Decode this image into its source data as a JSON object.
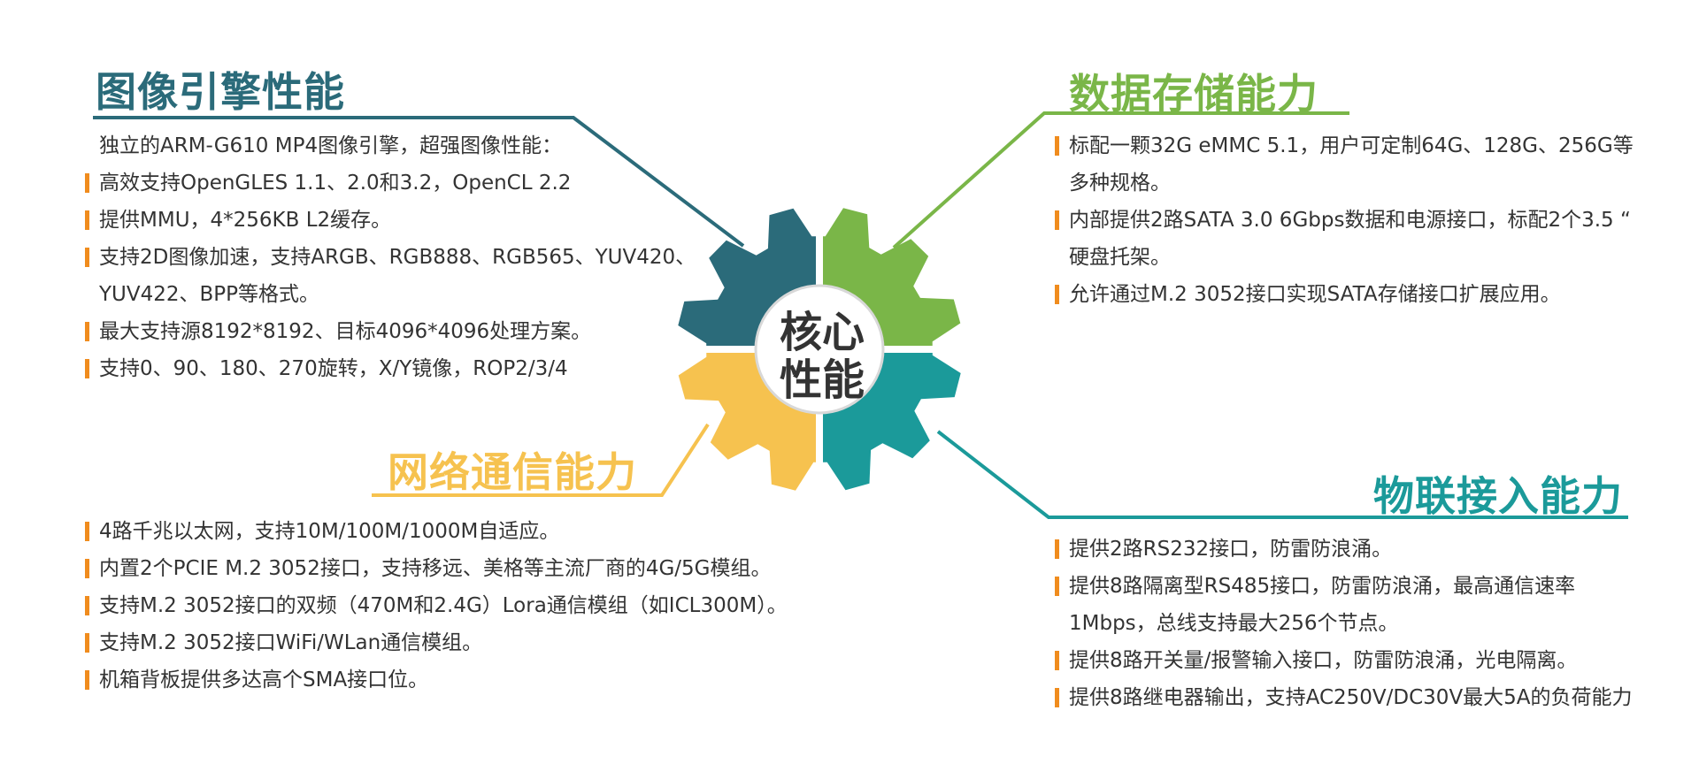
{
  "colors": {
    "dark_teal": "#2b6b7a",
    "green": "#7ab648",
    "yellow": "#f6c24f",
    "teal": "#1b9a9a",
    "bullet_orange": "#f08c1e"
  },
  "center": {
    "label_line1": "核心",
    "label_line2": "性能"
  },
  "sections": {
    "image_engine": {
      "title": "图像引擎性能",
      "intro": "独立的ARM-G610 MP4图像引擎，超强图像性能：",
      "items": [
        "高效支持OpenGLES 1.1、2.0和3.2，OpenCL 2.2",
        "提供MMU，4*256KB L2缓存。",
        "支持2D图像加速，支持ARGB、RGB888、RGB565、YUV420、",
        "YUV422、BPP等格式。",
        "最大支持源8192*8192、目标4096*4096处理方案。",
        "支持0、90、180、270旋转，X/Y镜像，ROP2/3/4"
      ]
    },
    "storage": {
      "title": "数据存储能力",
      "items": [
        "标配一颗32G eMMC 5.1，用户可定制64G、128G、256G等",
        "多种规格。",
        "内部提供2路SATA 3.0 6Gbps数据和电源接口，标配2个3.5 “",
        "硬盘托架。",
        "允许通过M.2 3052接口实现SATA存储接口扩展应用。"
      ]
    },
    "network": {
      "title": "网络通信能力",
      "items": [
        "4路千兆以太网，支持10M/100M/1000M自适应。",
        "内置2个PCIE M.2 3052接口，支持移远、美格等主流厂商的4G/5G模组。",
        "支持M.2 3052接口的双频（470M和2.4G）Lora通信模组（如ICL300M）。",
        "支持M.2 3052接口WiFi/WLan通信模组。",
        "机箱背板提供多达高个SMA接口位。"
      ]
    },
    "iot": {
      "title": "物联接入能力",
      "items": [
        "提供2路RS232接口，防雷防浪涌。",
        "提供8路隔离型RS485接口，防雷防浪涌，最高通信速率",
        "1Mbps，总线支持最大256个节点。",
        "提供8路开关量/报警输入接口，防雷防浪涌，光电隔离。",
        "提供8路继电器输出，支持AC250V/DC30V最大5A的负荷能力"
      ]
    }
  }
}
